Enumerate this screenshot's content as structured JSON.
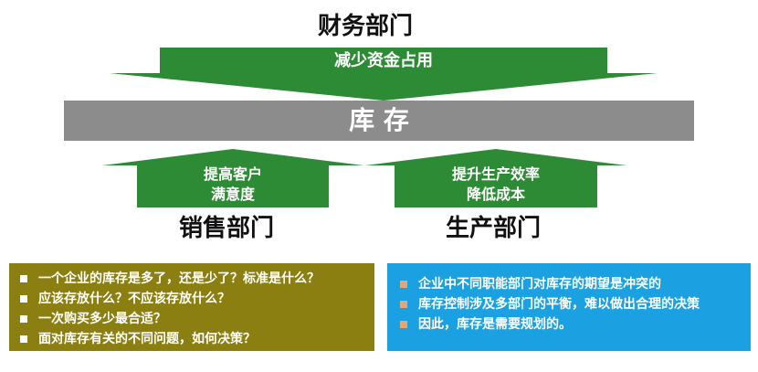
{
  "top": {
    "department": "财务部门",
    "arrow_text": "减少资金占用"
  },
  "center": {
    "label": "库 存"
  },
  "left": {
    "department": "销售部门",
    "arrow_lines": [
      "提高客户",
      "满意度"
    ]
  },
  "right": {
    "department": "生产部门",
    "arrow_lines": [
      "提升生产效率",
      "降低成本"
    ]
  },
  "questions_box": {
    "items": [
      "一个企业的库存是多了，还是少了？标准是什么？",
      "应该存放什么？不应该存放什么？",
      "一次购买多少最合适？",
      "面对库存有关的不同问题，如何决策？"
    ]
  },
  "conclusion_box": {
    "items": [
      "企业中不同职能部门对库存的期望是冲突的",
      "库存控制涉及多部门的平衡，难以做出合理的决策",
      "因此，库存是需要规划的。"
    ]
  },
  "colors": {
    "arrow_green": "#2E8B35",
    "bar_gray": "#8C8C8C",
    "olive": "#8B7F12",
    "blue": "#1BA1E2",
    "orange_bullet": "#E0A878"
  }
}
